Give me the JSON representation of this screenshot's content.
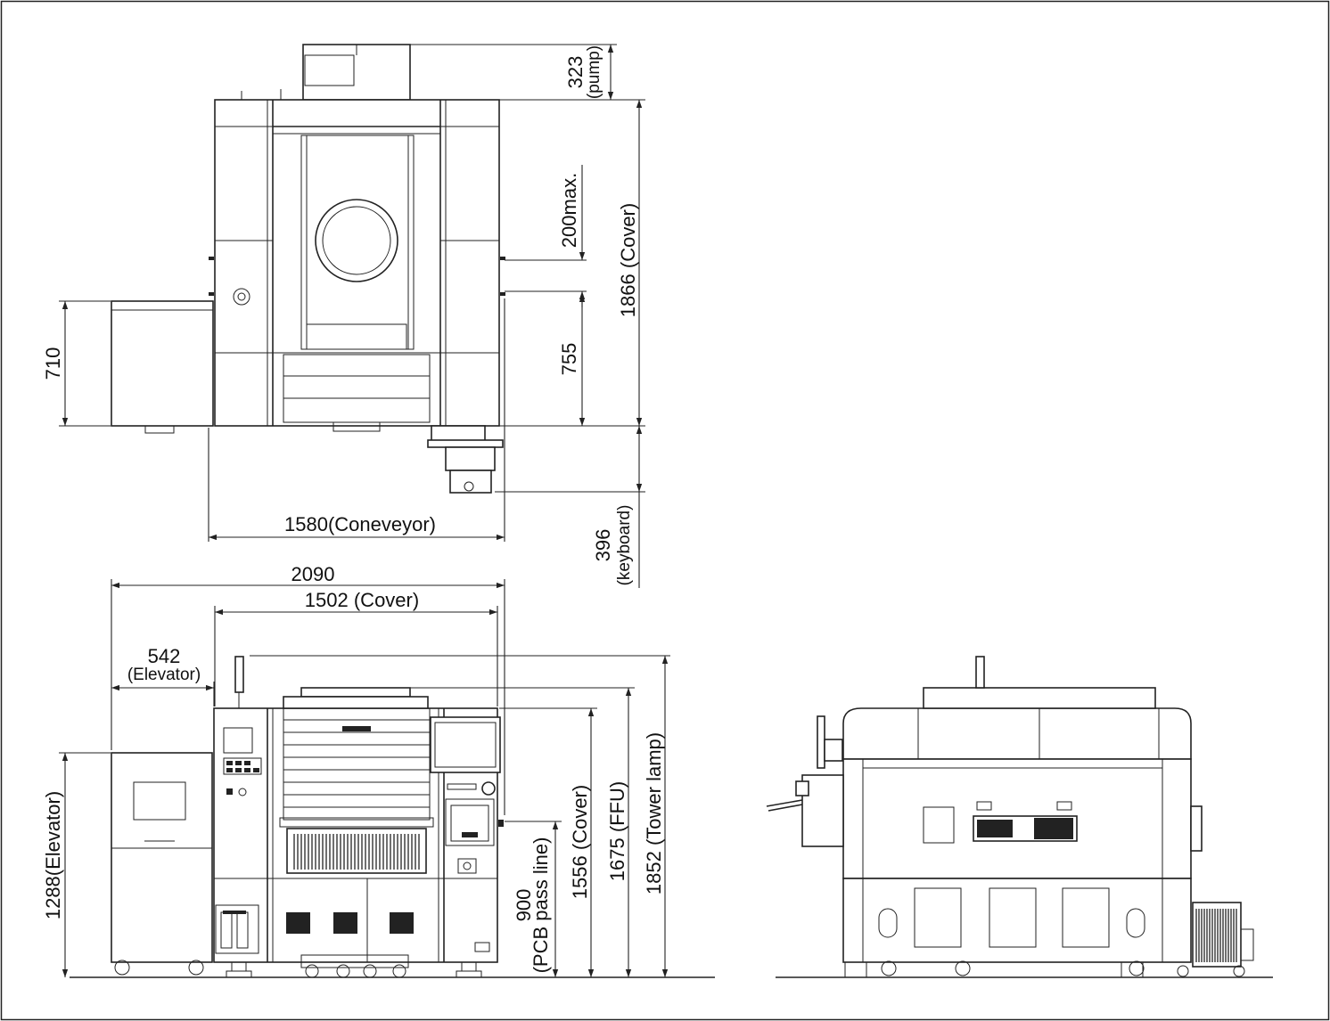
{
  "dimensions": {
    "pump": {
      "value": "323",
      "note": "(pump)"
    },
    "cover_height_top": {
      "value": "1866",
      "note": "(Cover)"
    },
    "head_max": {
      "value": "200max."
    },
    "mid_755": {
      "value": "755"
    },
    "elevator_710": {
      "value": "710"
    },
    "conveyor": {
      "value": "1580",
      "note": "(Coneveyor)"
    },
    "keyboard": {
      "value": "396",
      "note": "(keyboard)"
    },
    "total_width": {
      "value": "2090"
    },
    "cover_width": {
      "value": "1502",
      "note": "(Cover)"
    },
    "elevator_width": {
      "value": "542",
      "note": "(Elevator)"
    },
    "elevator_height": {
      "value": "1288",
      "note": "(Elevator)"
    },
    "pcb_pass_line": {
      "value": "900",
      "note_line1": "(PCB",
      "note_line2": "pass line)"
    },
    "cover_height": {
      "value": "1556",
      "note": "(Cover)"
    },
    "ffu": {
      "value": "1675",
      "note": "(FFU)"
    },
    "tower_lamp": {
      "value": "1852",
      "note": "(Tower lamp)"
    }
  }
}
